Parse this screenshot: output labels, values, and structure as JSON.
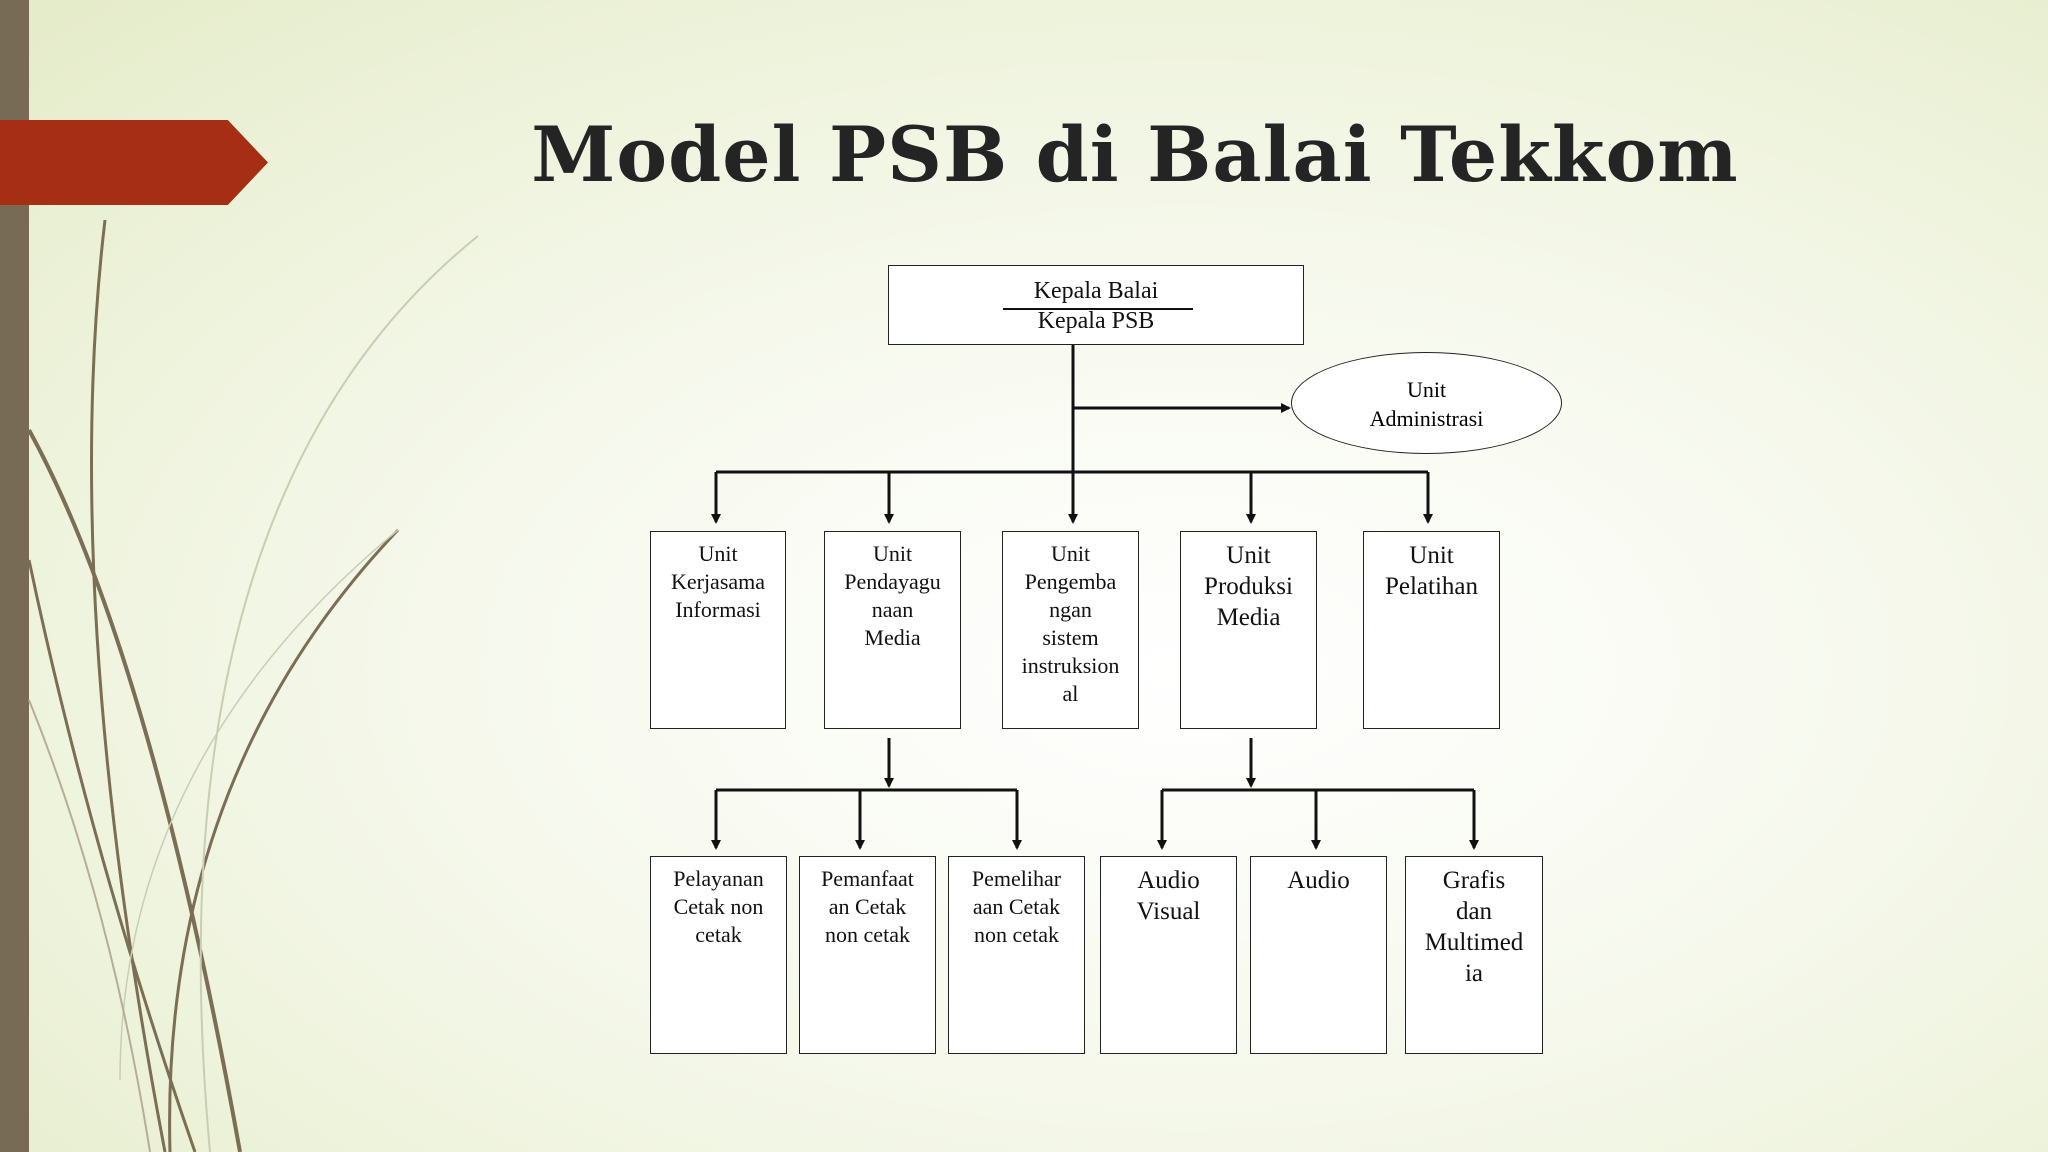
{
  "slide": {
    "title": "Model PSB di Balai Tekkom"
  },
  "chart": {
    "head": {
      "line1": "Kepala Balai",
      "line2": "Kepala PSB"
    },
    "side_unit": "Unit\nAdministrasi",
    "units": [
      "Unit\nKerjasama\nInformasi",
      "Unit\nPendayagu\nnaan\nMedia",
      "Unit\nPengemba\nngan\nsistem\ninstruksion\nal",
      "Unit\nProduksi\nMedia",
      "Unit\nPelatihan"
    ],
    "sub_media": [
      "Pelayanan\nCetak non\ncetak",
      "Pemanfaat\nan Cetak\nnon cetak",
      "Pemelihar\naan Cetak\nnon cetak"
    ],
    "sub_produksi": [
      "Audio\nVisual",
      "Audio",
      "Grafis\ndan\nMultimed\nia"
    ]
  },
  "colors": {
    "accent_tab": "#a62e15",
    "side_bar": "#786b55",
    "title_text": "#242424"
  }
}
